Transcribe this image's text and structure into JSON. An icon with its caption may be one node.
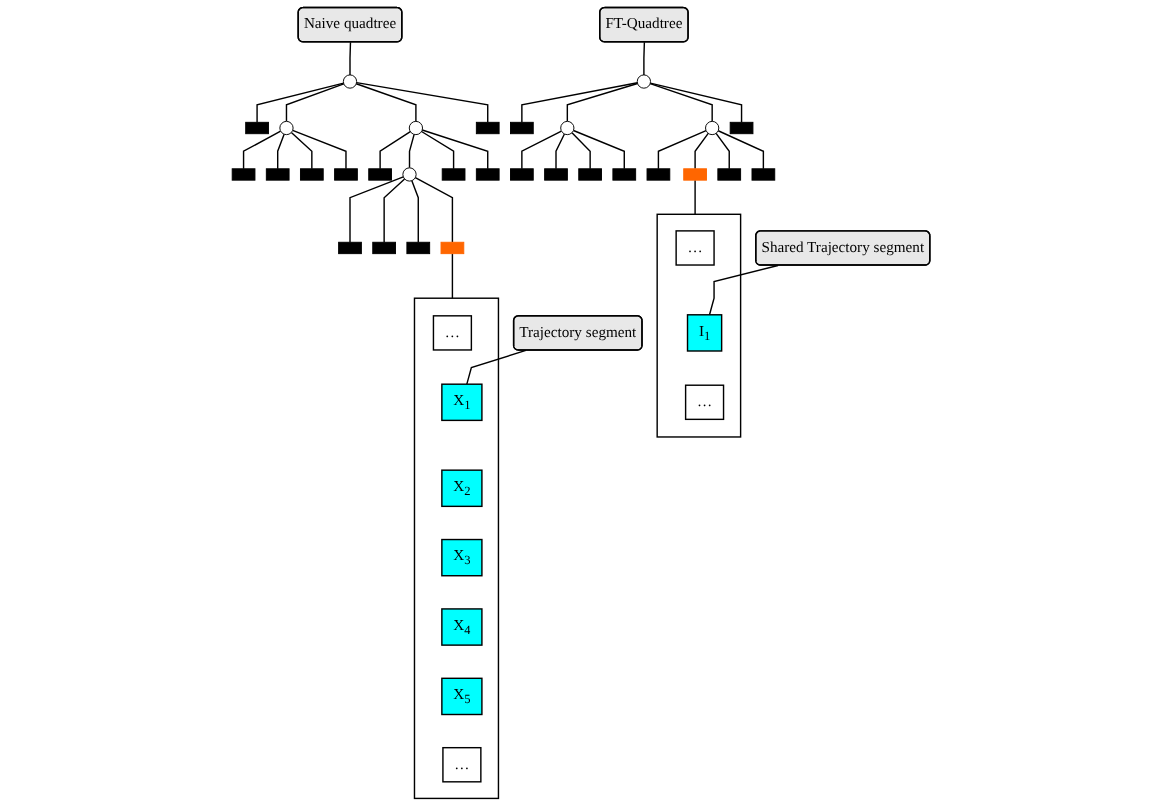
{
  "diagram": {
    "nodes": [
      {
        "text": [
          "Naive quadtree"
        ]
      },
      {
        "text": [],
        "shape": "circle"
      },
      {
        "text": [],
        "shape": "circle"
      },
      {
        "text": [
          "FT-Quadtree"
        ]
      },
      {
        "text": [],
        "shape": "box"
      },
      {
        "text": [],
        "shape": "circle"
      },
      {
        "text": [],
        "shape": "circle"
      },
      {
        "text": [],
        "shape": "box"
      },
      {
        "text": [],
        "shape": "box"
      },
      {
        "text": [],
        "shape": "circle"
      },
      {
        "text": [],
        "shape": "circle"
      },
      {
        "text": [],
        "shape": "box"
      },
      {
        "text": [],
        "shape": "box"
      },
      {
        "text": [],
        "shape": "box"
      },
      {
        "text": [],
        "shape": "box"
      },
      {
        "text": [],
        "shape": "box"
      },
      {
        "text": [],
        "shape": "box"
      },
      {
        "text": [],
        "shape": "circle"
      },
      {
        "text": [],
        "shape": "box"
      },
      {
        "text": [],
        "shape": "box"
      },
      {
        "text": [],
        "shape": "box"
      },
      {
        "text": [],
        "shape": "box"
      },
      {
        "text": [],
        "shape": "box"
      },
      {
        "text": [],
        "shape": "box"
      },
      {
        "text": [],
        "shape": "box"
      },
      {
        "text": [],
        "shape": "box"
      },
      {
        "text": [],
        "shape": "box"
      },
      {
        "text": [],
        "shape": "box"
      },
      {
        "text": [],
        "shape": "box"
      },
      {
        "text": [],
        "shape": "box"
      },
      {
        "text": [],
        "shape": "box"
      },
      {
        "text": [],
        "shape": "box"
      },
      {
        "text": [],
        "shape": "box"
      },
      {
        "text": [
          "…"
        ],
        "in": 32
      },
      {
        "text": [
          "X$_{1}$"
        ],
        "in": 32
      },
      {
        "text": [
          "X$_{2}$"
        ],
        "in": 32
      },
      {
        "text": [
          "X$_{3}$"
        ],
        "in": 32
      },
      {
        "text": [
          "X$_{4}$"
        ],
        "in": 32
      },
      {
        "text": [
          "X$_{5}$"
        ],
        "in": 32
      },
      {
        "text": [
          "…"
        ],
        "in": 32
      },
      {
        "text": [
          "Trajectory segment"
        ]
      },
      {
        "text": [],
        "shape": "box"
      },
      {
        "text": [
          "…"
        ],
        "in": 41
      },
      {
        "text": [
          "I$_{1}$"
        ],
        "in": 41
      },
      {
        "text": [
          "…"
        ],
        "in": 41
      },
      {
        "text": [
          "Shared Trajectory segment"
        ]
      }
    ],
    "edges": [
      {
        "from": 0,
        "to": 1,
        "arrow": "none"
      },
      {
        "from": 3,
        "to": 2,
        "arrow": "none"
      },
      {
        "from": 1,
        "to": 4,
        "arrow": "none"
      },
      {
        "from": 1,
        "to": 5,
        "arrow": "none"
      },
      {
        "from": 1,
        "to": 6,
        "arrow": "none"
      },
      {
        "from": 1,
        "to": 7,
        "arrow": "none"
      },
      {
        "from": 2,
        "to": 8,
        "arrow": "none"
      },
      {
        "from": 2,
        "to": 9,
        "arrow": "none"
      },
      {
        "from": 2,
        "to": 10,
        "arrow": "none"
      },
      {
        "from": 2,
        "to": 11,
        "arrow": "none"
      },
      {
        "from": 5,
        "to": 12,
        "arrow": "none"
      },
      {
        "from": 5,
        "to": 13,
        "arrow": "none"
      },
      {
        "from": 5,
        "to": 14,
        "arrow": "none"
      },
      {
        "from": 5,
        "to": 15,
        "arrow": "none"
      },
      {
        "from": 6,
        "to": 16,
        "arrow": "none"
      },
      {
        "from": 6,
        "to": 17,
        "arrow": "none"
      },
      {
        "from": 6,
        "to": 18,
        "arrow": "none"
      },
      {
        "from": 6,
        "to": 19,
        "arrow": "none"
      },
      {
        "from": 9,
        "to": 20,
        "arrow": "none"
      },
      {
        "from": 9,
        "to": 21,
        "arrow": "none"
      },
      {
        "from": 9,
        "to": 22,
        "arrow": "none"
      },
      {
        "from": 9,
        "to": 23,
        "arrow": "none"
      },
      {
        "from": 10,
        "to": 24,
        "arrow": "none"
      },
      {
        "from": 10,
        "to": 25,
        "arrow": "none"
      },
      {
        "from": 10,
        "to": 26,
        "arrow": "none"
      },
      {
        "from": 10,
        "to": 27,
        "arrow": "none"
      },
      {
        "from": 17,
        "to": 28,
        "arrow": "none"
      },
      {
        "from": 17,
        "to": 29,
        "arrow": "none"
      },
      {
        "from": 17,
        "to": 30,
        "arrow": "none"
      },
      {
        "from": 17,
        "to": 31,
        "arrow": "none"
      },
      {
        "from": 31,
        "to": 32,
        "arrow": "none"
      },
      {
        "from": 25,
        "to": 41,
        "arrow": "none"
      },
      {
        "from": 40,
        "to": 34,
        "arrow": "none"
      },
      {
        "from": 45,
        "to": 43,
        "arrow": "none"
      }
    ]
  }
}
